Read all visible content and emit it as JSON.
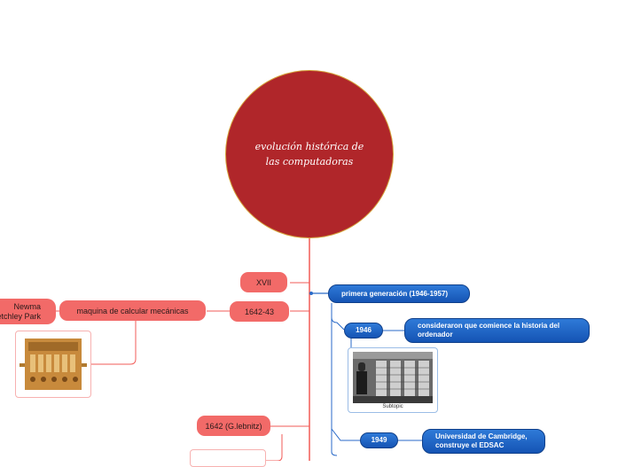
{
  "central_topic": "evolución histórica de las computadoras",
  "branches": {
    "xvii": "XVII",
    "year_1642_43": "1642-43",
    "mechanical_calculators": "maquina de calcular  mecánicas",
    "newman_bletchley": "Newma\nBletchley Park",
    "leibnitz": "1642 (G.lebnitz)",
    "first_generation": "primera generación (1946-1957)",
    "year_1946": "1946",
    "history_start": "consideraron que comience la historia del ordenador",
    "subtopic_caption": "Subtopic",
    "year_1949": "1949",
    "cambridge_edsac": "Universidad de Cambridge, construye el  EDSAC"
  },
  "colors": {
    "central": "#b0262a",
    "red_branch": "#f26a68",
    "blue_branch": "#1a5fc0",
    "connector_red": "#f25b57",
    "connector_blue": "#2a6ac8"
  }
}
